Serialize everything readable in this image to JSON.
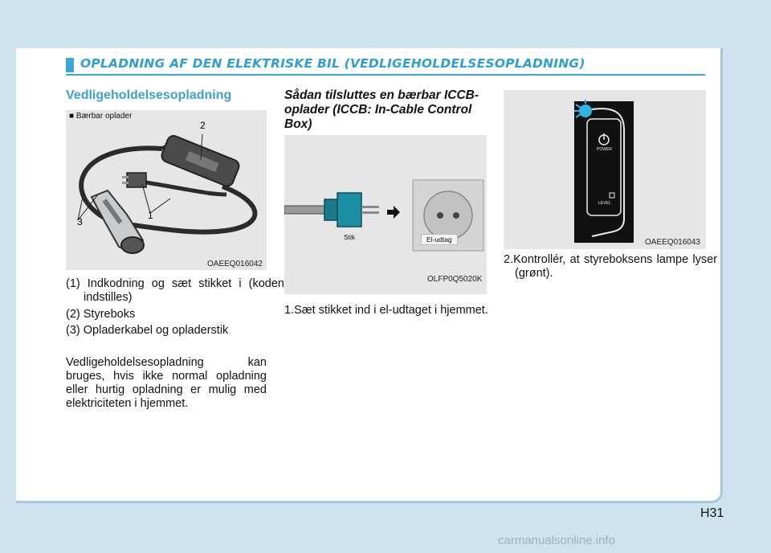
{
  "header": {
    "title": "OPLADNING AF DEN ELEKTRISKE BIL (VEDLIGEHOLDELSESOPLADNING)"
  },
  "section": {
    "title": "Vedligeholdelsesopladning"
  },
  "figure1": {
    "caption": "■ Bærbar oplader",
    "callouts": [
      "1",
      "2",
      "3"
    ],
    "code": "OAEEQ016042"
  },
  "list": [
    "(1) Indkodning og sæt stikket i (koden indstilles)",
    "(2) Styreboks",
    "(3) Opladerkabel og opladerstik"
  ],
  "paragraph": "Vedligeholdelsesopladning kan bruges, hvis ikke normal opladning eller hurtig opladning er mulig med elektriciteten i hjemmet.",
  "col2": {
    "heading": "Sådan tilsluttes en bærbar ICCB-oplader (ICCB: In-Cable Control Box)",
    "figure": {
      "plug_label": "Stik",
      "socket_label": "El-udtag",
      "code": "OLFP0Q5020K"
    },
    "step1": "1.Sæt stikket ind i el-udtaget i hjemmet."
  },
  "col3": {
    "figure": {
      "power_label": "POWER",
      "level_label": "LEVEL",
      "code": "OAEEQ016043"
    },
    "step2": "2.Kontrollér, at styreboksens lampe lyser (grønt)."
  },
  "page_number": "H31",
  "watermark": "carmanualsonline.info"
}
